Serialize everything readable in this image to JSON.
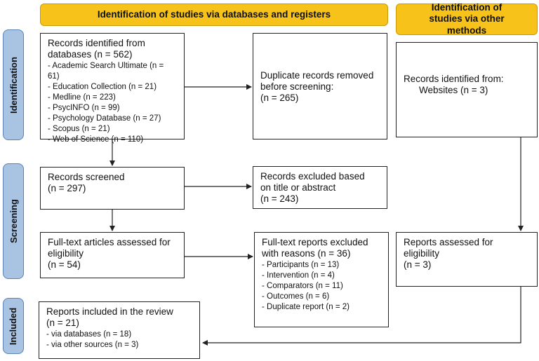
{
  "headers": {
    "databases": "Identification of studies via databases and registers",
    "other": "Identification of studies via other methods"
  },
  "phases": {
    "identification": "Identification",
    "screening": "Screening",
    "included": "Included"
  },
  "boxes": {
    "records_identified": {
      "title": "Records identified from\ndatabases (n = 562)",
      "items": [
        "Academic Search Ultimate (n = 61)",
        "Education Collection (n = 21)",
        "Medline (n = 223)",
        "PsycINFO (n = 99)",
        "Psychology Database (n = 27)",
        "Scopus (n = 21)",
        "Web of Science (n = 110)"
      ]
    },
    "duplicates_removed": {
      "title": "Duplicate records removed\nbefore screening:\n(n = 265)"
    },
    "other_records": {
      "title": "Records identified from:",
      "sub": "Websites (n = 3)"
    },
    "records_screened": {
      "title": "Records screened\n(n = 297)"
    },
    "records_excluded": {
      "title": "Records excluded based\non title or abstract\n(n = 243)"
    },
    "fulltext_assessed": {
      "title": "Full-text articles assessed for\neligibility\n(n = 54)"
    },
    "fulltext_excluded": {
      "title": "Full-text reports excluded\nwith reasons (n = 36)",
      "items": [
        "Participants (n = 13)",
        "Intervention (n = 4)",
        "Comparators (n = 11)",
        "Outcomes (n = 6)",
        "Duplicate report (n = 2)"
      ]
    },
    "reports_assessed": {
      "title": "Reports assessed for\neligibility\n(n = 3)"
    },
    "included": {
      "title": "Reports included in the review\n(n = 21)",
      "items": [
        "via databases (n = 18)",
        "via other sources (n = 3)"
      ]
    }
  }
}
